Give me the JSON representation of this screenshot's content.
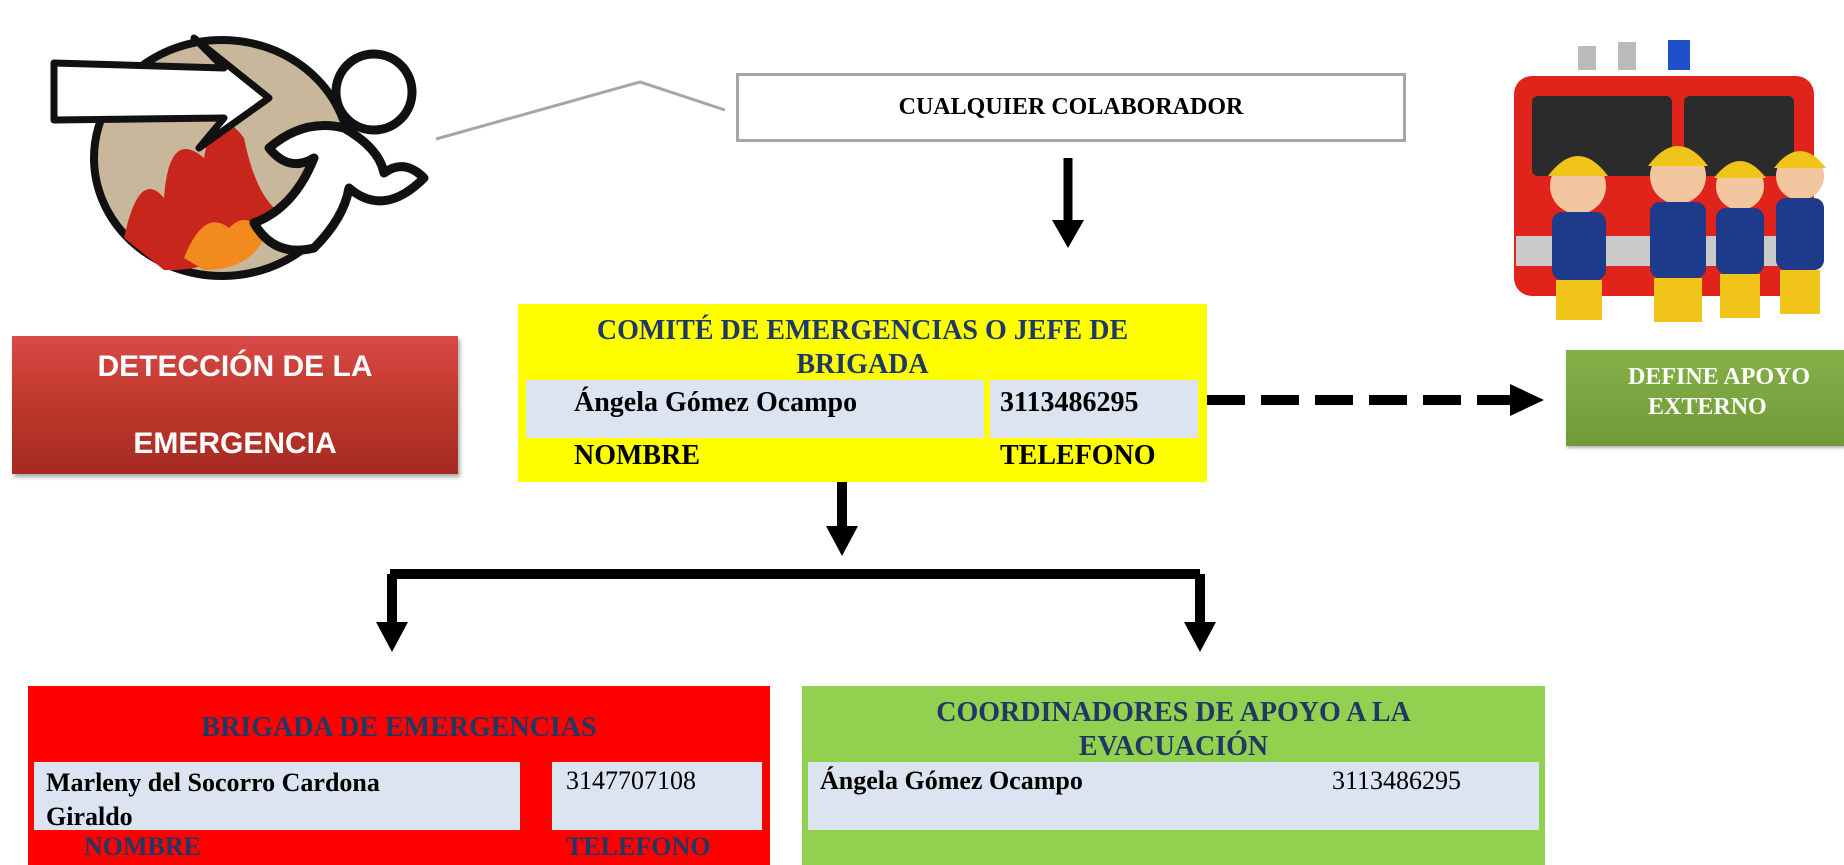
{
  "collaborator": {
    "label": "CUALQUIER COLABORADOR"
  },
  "detection": {
    "line1": "DETECCIÓN DE LA",
    "line2": "EMERGENCIA"
  },
  "committee": {
    "title": "COMITÉ DE EMERGENCIAS O JEFE DE BRIGADA",
    "name": "Ángela Gómez Ocampo",
    "phone": "3113486295",
    "name_label": "NOMBRE",
    "phone_label": "TELEFONO"
  },
  "external_support": {
    "line1": "DEFINE APOYO",
    "line2": "EXTERNO"
  },
  "brigade": {
    "title": "BRIGADA DE EMERGENCIAS",
    "name": "Marleny del Socorro Cardona Giraldo",
    "phone": "3147707108",
    "name_label": "NOMBRE",
    "phone_label": "TELEFONO"
  },
  "coordinators": {
    "title": "COORDINADORES DE APOYO A LA EVACUACIÓN",
    "name": "Ángela Gómez Ocampo",
    "phone": "3113486295"
  },
  "colors": {
    "committee_bg": "#ffff00",
    "brigade_bg": "#ff0000",
    "coordinators_bg": "#92d050",
    "title_text": "#1f3864",
    "cell_bg": "#dbe4f0"
  },
  "icons": {
    "detection": "running-person-fire-icon",
    "external": "firefighters-truck-icon"
  }
}
